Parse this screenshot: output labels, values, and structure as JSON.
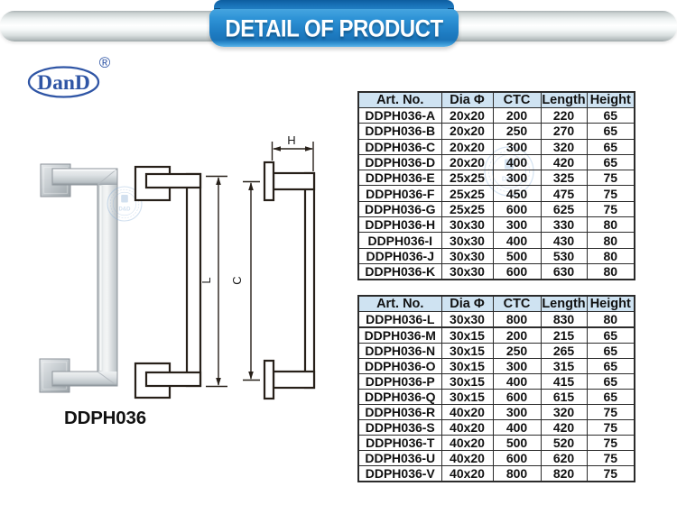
{
  "banner": {
    "title": "DETAIL OF PRODUCT"
  },
  "logo": {
    "name": "DanD",
    "registered": "®"
  },
  "product": {
    "code": "DDPH036"
  },
  "diagram": {
    "dim_h": "H",
    "dim_l": "L",
    "dim_c": "C"
  },
  "watermark": {
    "text": "D&D"
  },
  "tables": [
    {
      "columns": [
        "Art. No.",
        "Dia Φ",
        "CTC",
        "Length",
        "Height"
      ],
      "rows": [
        [
          "DDPH036-A",
          "20x20",
          "200",
          "220",
          "65"
        ],
        [
          "DDPH036-B",
          "20x20",
          "250",
          "270",
          "65"
        ],
        [
          "DDPH036-C",
          "20x20",
          "300",
          "320",
          "65"
        ],
        [
          "DDPH036-D",
          "20x20",
          "400",
          "420",
          "65"
        ],
        [
          "DDPH036-E",
          "25x25",
          "300",
          "325",
          "75"
        ],
        [
          "DDPH036-F",
          "25x25",
          "450",
          "475",
          "75"
        ],
        [
          "DDPH036-G",
          "25x25",
          "600",
          "625",
          "75"
        ],
        [
          "DDPH036-H",
          "30x30",
          "300",
          "330",
          "80"
        ],
        [
          "DDPH036-I",
          "30x30",
          "400",
          "430",
          "80"
        ],
        [
          "DDPH036-J",
          "30x30",
          "500",
          "530",
          "80"
        ],
        [
          "DDPH036-K",
          "30x30",
          "600",
          "630",
          "80"
        ]
      ]
    },
    {
      "columns": [
        "Art. No.",
        "Dia Φ",
        "CTC",
        "Length",
        "Height"
      ],
      "thick_divider_after": 0,
      "rows": [
        [
          "DDPH036-L",
          "30x30",
          "800",
          "830",
          "80"
        ],
        [
          "DDPH036-M",
          "30x15",
          "200",
          "215",
          "65"
        ],
        [
          "DDPH036-N",
          "30x15",
          "250",
          "265",
          "65"
        ],
        [
          "DDPH036-O",
          "30x15",
          "300",
          "315",
          "65"
        ],
        [
          "DDPH036-P",
          "30x15",
          "400",
          "415",
          "65"
        ],
        [
          "DDPH036-Q",
          "30x15",
          "600",
          "615",
          "65"
        ],
        [
          "DDPH036-R",
          "40x20",
          "300",
          "320",
          "75"
        ],
        [
          "DDPH036-S",
          "40x20",
          "400",
          "420",
          "75"
        ],
        [
          "DDPH036-T",
          "40x20",
          "500",
          "520",
          "75"
        ],
        [
          "DDPH036-U",
          "40x20",
          "600",
          "620",
          "75"
        ],
        [
          "DDPH036-V",
          "40x20",
          "800",
          "820",
          "75"
        ]
      ]
    }
  ]
}
